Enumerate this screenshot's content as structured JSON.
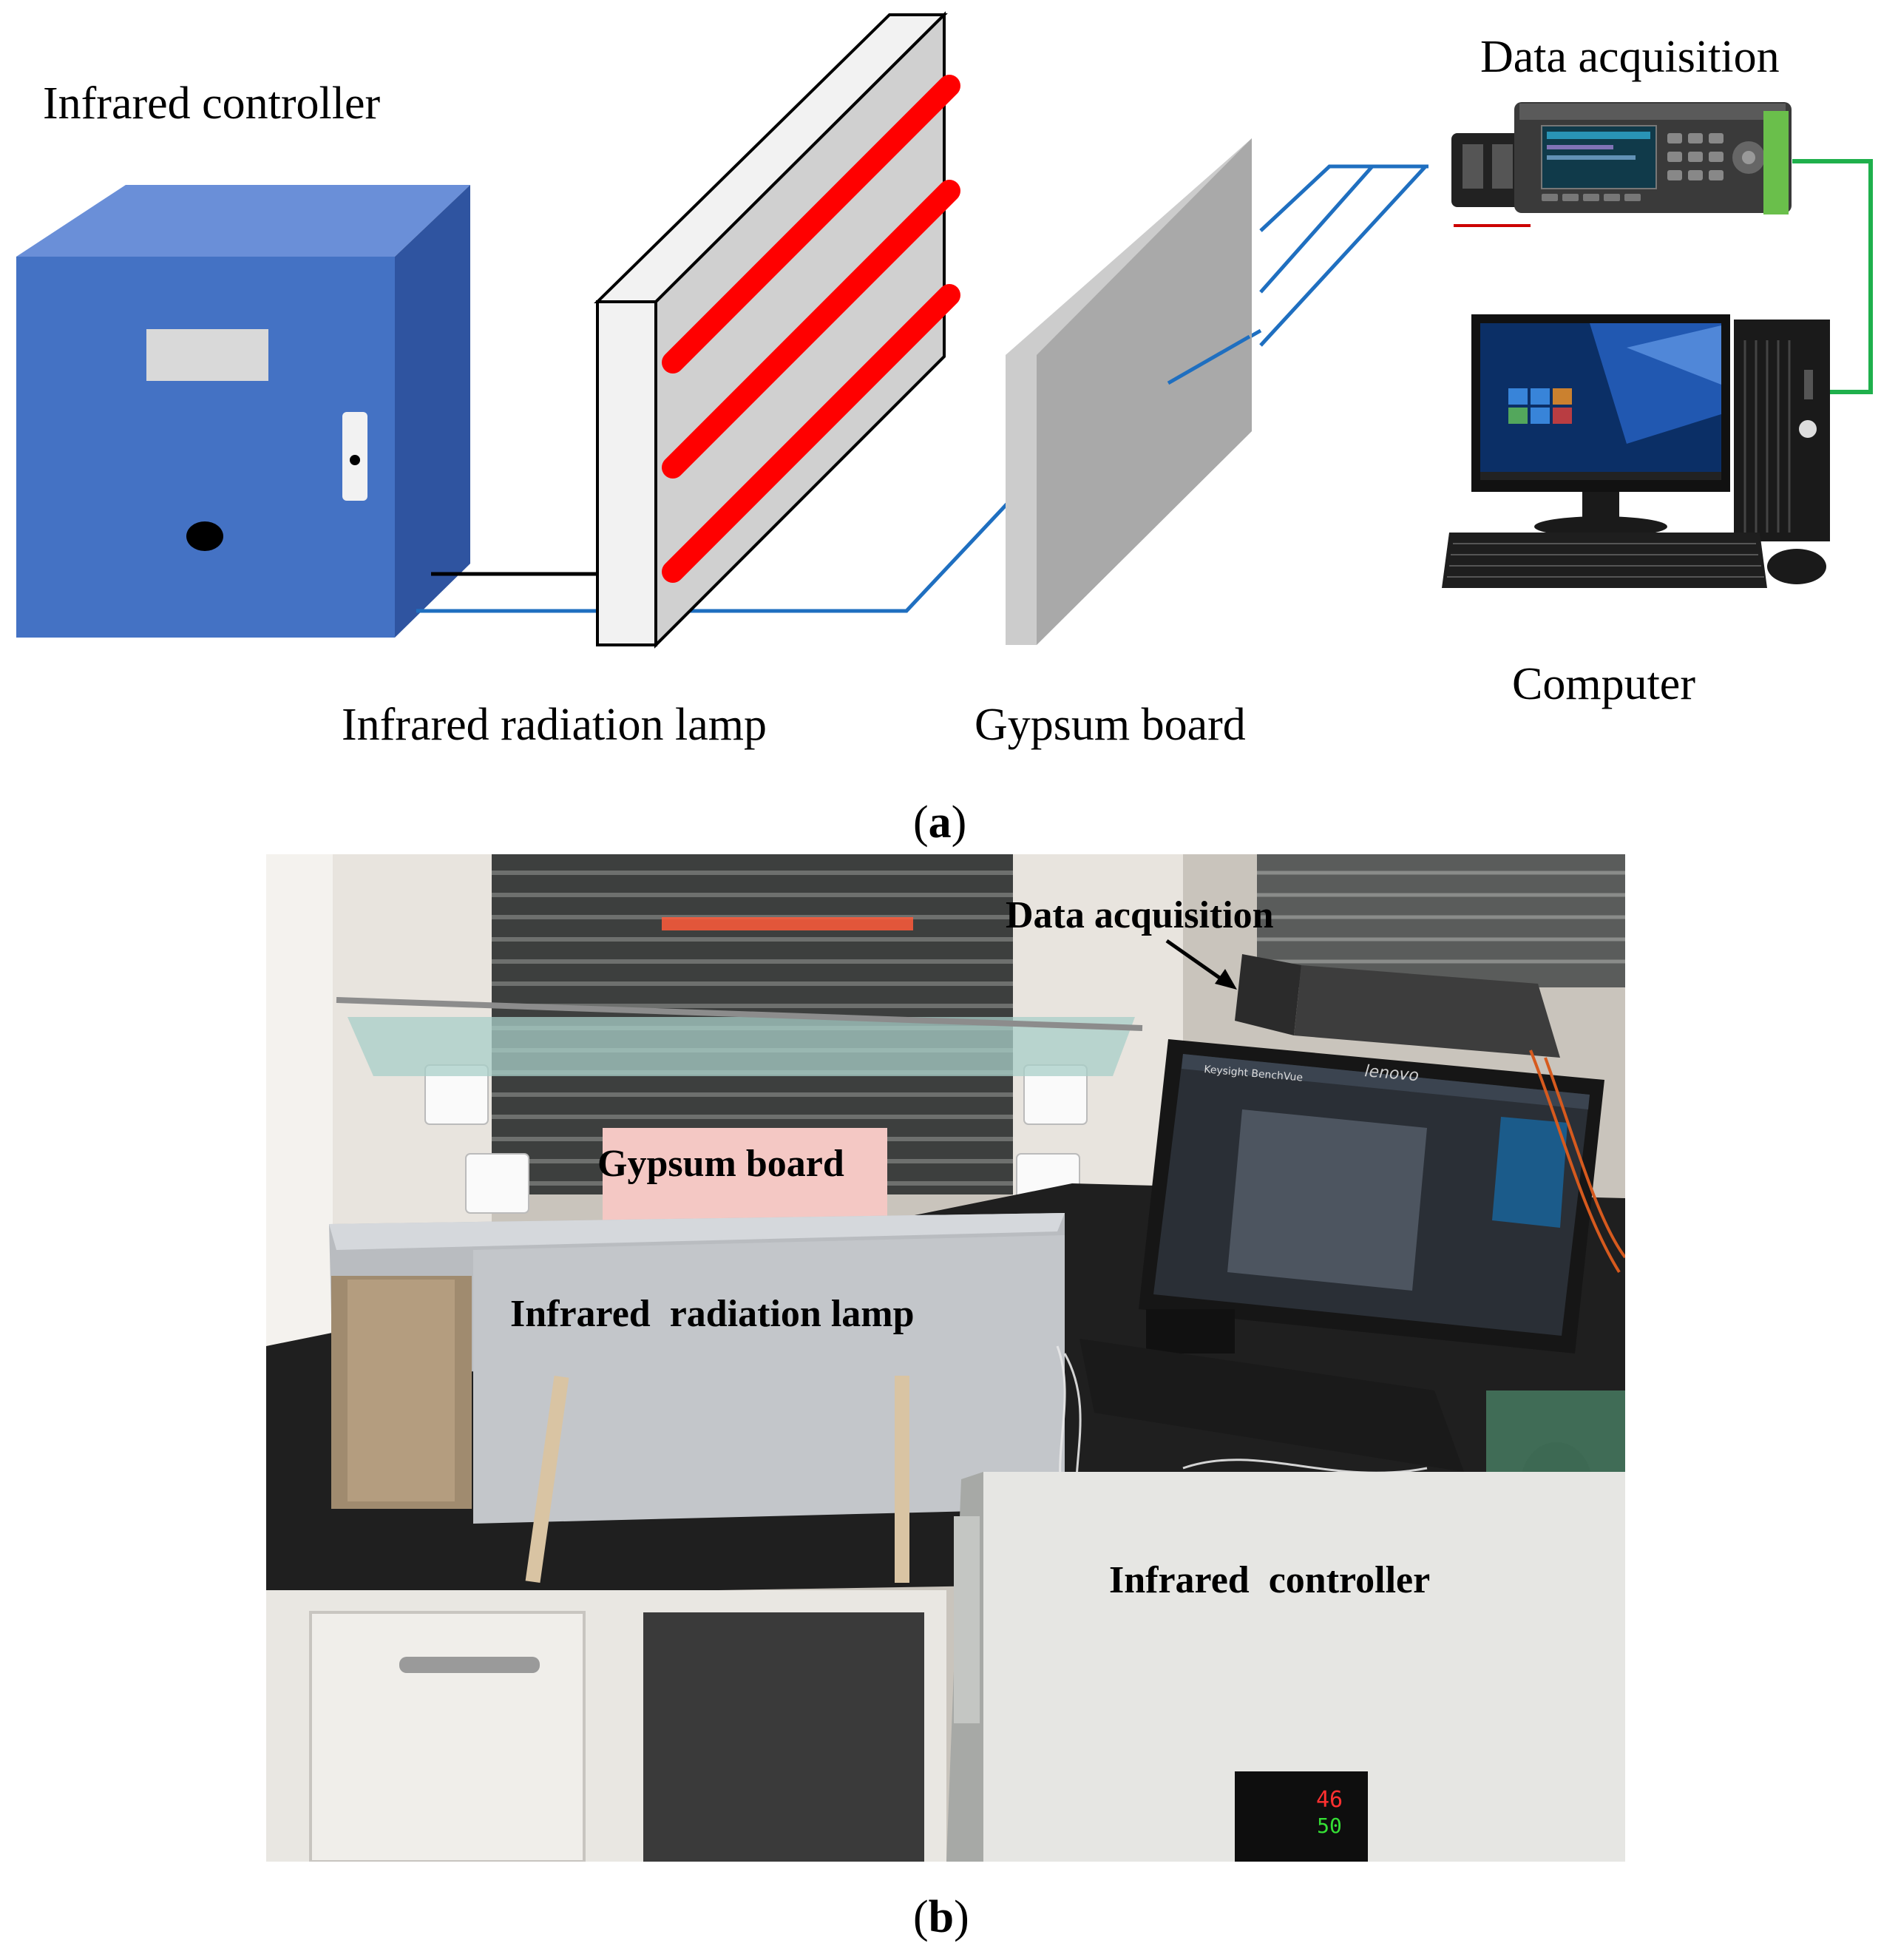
{
  "panel_a": {
    "labels": {
      "infrared_controller": "Infrared controller",
      "infrared_radiation_lamp": "Infrared radiation lamp",
      "gypsum_board": "Gypsum board",
      "data_acquisition": "Data acquisition",
      "computer": "Computer"
    },
    "caption_letter": "a",
    "colors": {
      "controller_front": "#4472c4",
      "controller_top": "#6a8fd8",
      "controller_side": "#2f54a0",
      "lamp_strip": "#ff0000",
      "lamp_face": "#d0d0d0",
      "lamp_frame": "#f2f2f2",
      "gypsum_face": "#a9a9a9",
      "gypsum_edge": "#cccccc",
      "signal_wire": "#1f6fc0",
      "power_wire": "#000000",
      "usb_wire": "#1fb04c"
    }
  },
  "panel_b": {
    "labels": {
      "data_acquisition": "Data acquisition",
      "gypsum_board": "Gypsum board",
      "infrared_radiation_lamp": "Infrared  radiation lamp",
      "infrared_controller": "Infrared  controller"
    },
    "monitor_brand": "lenovo",
    "software_title": "Keysight BenchVue",
    "controller_readout_pv": "46",
    "controller_readout_sv": "50",
    "caption_letter": "b"
  }
}
